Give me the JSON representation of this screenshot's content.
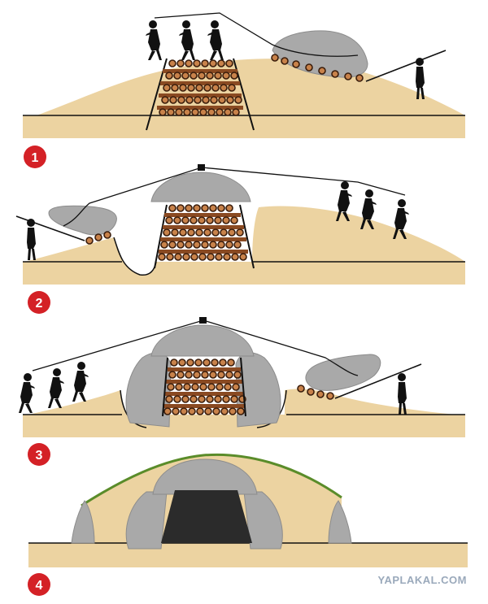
{
  "steps": [
    {
      "number": "1"
    },
    {
      "number": "2"
    },
    {
      "number": "3"
    },
    {
      "number": "4"
    }
  ],
  "watermark": "YAPLAKAL.COM",
  "colors": {
    "sand": "#ecd3a1",
    "stone": "#a9a9a9",
    "stone_edge": "#8c8c8c",
    "log": "#c8824a",
    "log_ring": "#3a1d0c",
    "wood": "#8a4a22",
    "figure": "#111111",
    "badge": "#d42126",
    "chamber": "#2b2b2b",
    "grass": "#5a8c2a",
    "ground_line": "#111111"
  }
}
